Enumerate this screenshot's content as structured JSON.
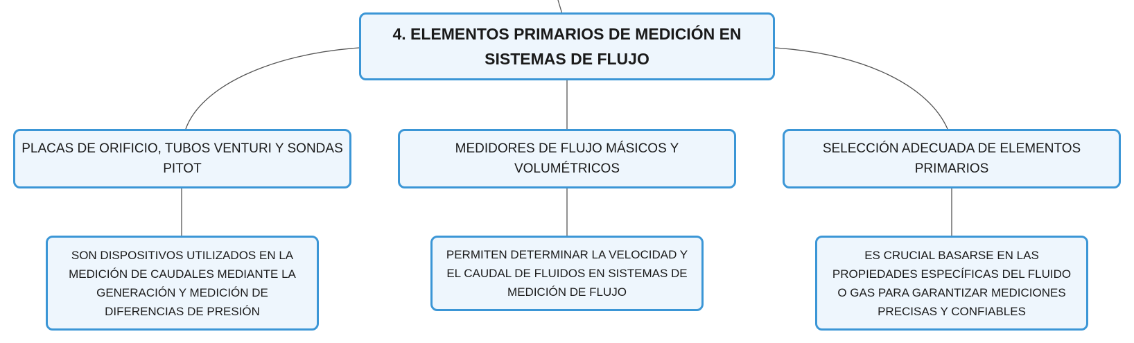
{
  "central_topic": {
    "title": "4. ELEMENTOS PRIMARIOS DE MEDICIÓN EN SISTEMAS DE FLUJO"
  },
  "branches": [
    {
      "label": "PLACAS DE ORIFICIO, TUBOS VENTURI Y SONDAS PITOT",
      "detail": "SON DISPOSITIVOS UTILIZADOS EN LA MEDICIÓN DE CAUDALES MEDIANTE LA GENERACIÓN Y MEDICIÓN DE DIFERENCIAS DE PRESIÓN"
    },
    {
      "label": "MEDIDORES DE FLUJO MÁSICOS Y VOLUMÉTRICOS",
      "detail": "PERMITEN DETERMINAR LA VELOCIDAD Y EL CAUDAL DE FLUIDOS EN SISTEMAS DE MEDICIÓN DE FLUJO"
    },
    {
      "label": "SELECCIÓN ADECUADA DE ELEMENTOS PRIMARIOS",
      "detail": "ES CRUCIAL BASARSE EN LAS PROPIEDADES ESPECÍFICAS DEL FLUIDO O GAS PARA GARANTIZAR MEDICIONES PRECISAS Y CONFIABLES"
    }
  ],
  "colors": {
    "node_border": "#3b96d6",
    "node_fill": "#eef6fd",
    "connector": "#555555",
    "text": "#1a1a1a"
  }
}
